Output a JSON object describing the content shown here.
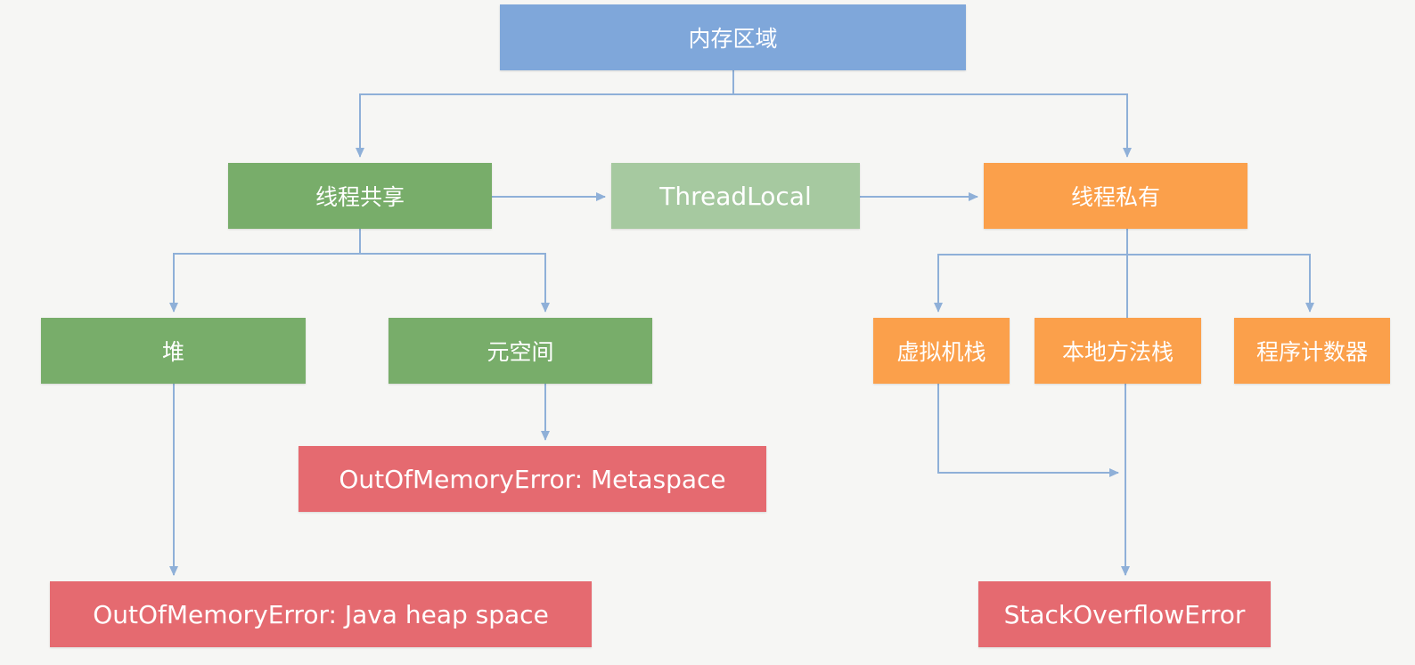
{
  "colors": {
    "root": "#7fa7da",
    "shared": "#78ad6a",
    "threadlocal": "#a6c9a0",
    "private": "#fba04b",
    "error": "#e56a70",
    "connector": "#8fb0d8"
  },
  "nodes": {
    "root": "内存区域",
    "thread_shared": "线程共享",
    "threadlocal": "ThreadLocal",
    "thread_private": "线程私有",
    "heap": "堆",
    "metaspace": "元空间",
    "vm_stack": "虚拟机栈",
    "native_method_stack": "本地方法栈",
    "program_counter": "程序计数器",
    "oom_metaspace": "OutOfMemoryError: Metaspace",
    "oom_heap": "OutOfMemoryError: Java heap space",
    "stack_overflow": "StackOverflowError"
  }
}
